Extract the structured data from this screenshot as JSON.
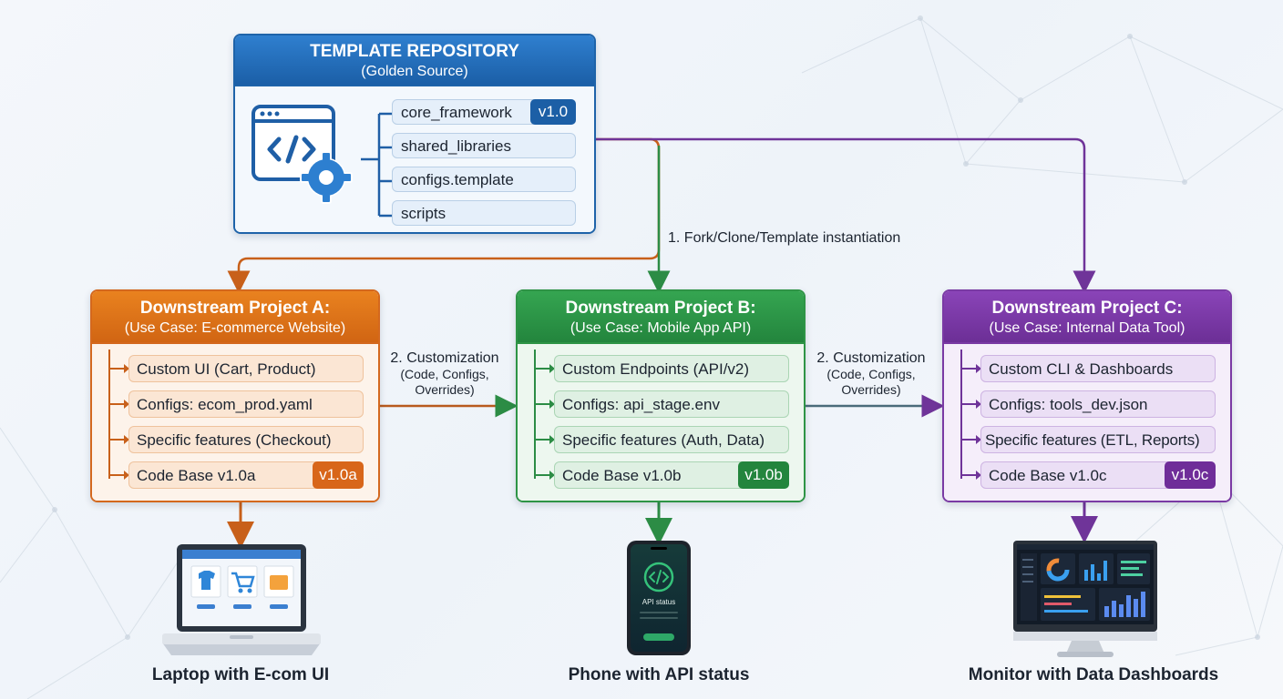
{
  "repo": {
    "title": "TEMPLATE REPOSITORY",
    "subtitle": "(Golden Source)",
    "items": [
      {
        "label": "core_framework",
        "badge": "v1.0"
      },
      {
        "label": "shared_libraries"
      },
      {
        "label": "configs.template"
      },
      {
        "label": "scripts"
      }
    ]
  },
  "flow": {
    "fork_label": "1. Fork/Clone/Template instantiation",
    "customization_title": "2. Customization",
    "customization_detail_1": "(Code, Configs,",
    "customization_detail_2": "Overrides)"
  },
  "projects": [
    {
      "title": "Downstream Project A:",
      "subtitle": "(Use Case: E-commerce Website)",
      "color": "#d4681d",
      "items": [
        {
          "label": "Custom UI (Cart, Product)"
        },
        {
          "label": "Configs: ecom_prod.yaml"
        },
        {
          "label": "Specific features (Checkout)"
        },
        {
          "label": "Code Base v1.0a",
          "badge": "v1.0a"
        }
      ],
      "device_caption": "Laptop with E-com UI"
    },
    {
      "title": "Downstream Project B:",
      "subtitle": "(Use Case: Mobile App API)",
      "color": "#2e9446",
      "items": [
        {
          "label": "Custom Endpoints (API/v2)"
        },
        {
          "label": "Configs: api_stage.env"
        },
        {
          "label": "Specific features (Auth, Data)"
        },
        {
          "label": "Code Base v1.0b",
          "badge": "v1.0b"
        }
      ],
      "device_caption": "Phone with API status",
      "device_screen_text": "API status"
    },
    {
      "title": "Downstream Project C:",
      "subtitle": "(Use Case: Internal Data Tool)",
      "color": "#7a3aa4",
      "items": [
        {
          "label": "Custom CLI & Dashboards"
        },
        {
          "label": "Configs: tools_dev.json"
        },
        {
          "label": "Specific features (ETL, Reports)"
        },
        {
          "label": "Code Base v1.0c",
          "badge": "v1.0c"
        }
      ],
      "device_caption": "Monitor with Data Dashboards"
    }
  ],
  "icons": {
    "repo": "code-window-gear-icon",
    "laptop": "laptop-icon",
    "phone": "phone-icon",
    "monitor": "monitor-icon"
  }
}
